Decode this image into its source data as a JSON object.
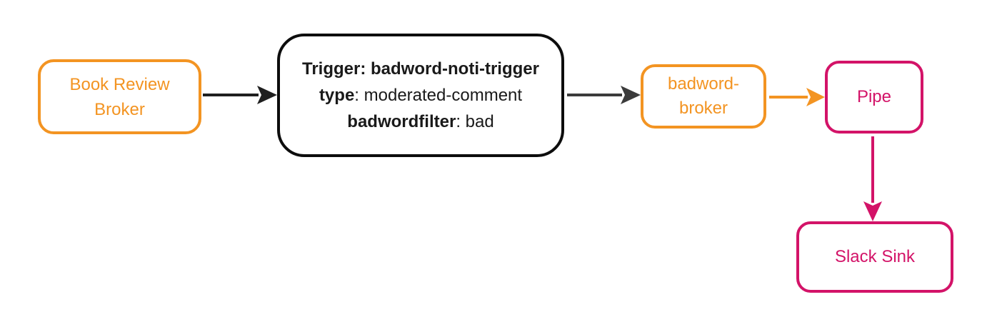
{
  "diagram": {
    "background": "#ffffff",
    "colors": {
      "orange": "#F39422",
      "pink": "#D31368",
      "black": "#0d0d0d",
      "arrow_dark": "#3B3B3B"
    },
    "nodes": {
      "book_review_broker": {
        "line1": "Book Review",
        "line2": "Broker",
        "color": "#F39422"
      },
      "trigger": {
        "line1": "Trigger: badword-noti-trigger",
        "line2_key": "type",
        "line2_value": ": moderated-comment",
        "line3_key": "badwordfilter",
        "line3_value": ": bad",
        "color": "#0d0d0d"
      },
      "badword_broker": {
        "line1": "badword-",
        "line2": "broker",
        "color": "#F39422"
      },
      "pipe": {
        "label": "Pipe",
        "color": "#D31368"
      },
      "slack_sink": {
        "label": "Slack Sink",
        "color": "#D31368"
      }
    },
    "edges": [
      {
        "from": "book_review_broker",
        "to": "trigger",
        "color": "#1F1F1F"
      },
      {
        "from": "trigger",
        "to": "badword_broker",
        "color": "#3B3B3B"
      },
      {
        "from": "badword_broker",
        "to": "pipe",
        "color": "#F39422"
      },
      {
        "from": "pipe",
        "to": "slack_sink",
        "color": "#D31368"
      }
    ]
  }
}
